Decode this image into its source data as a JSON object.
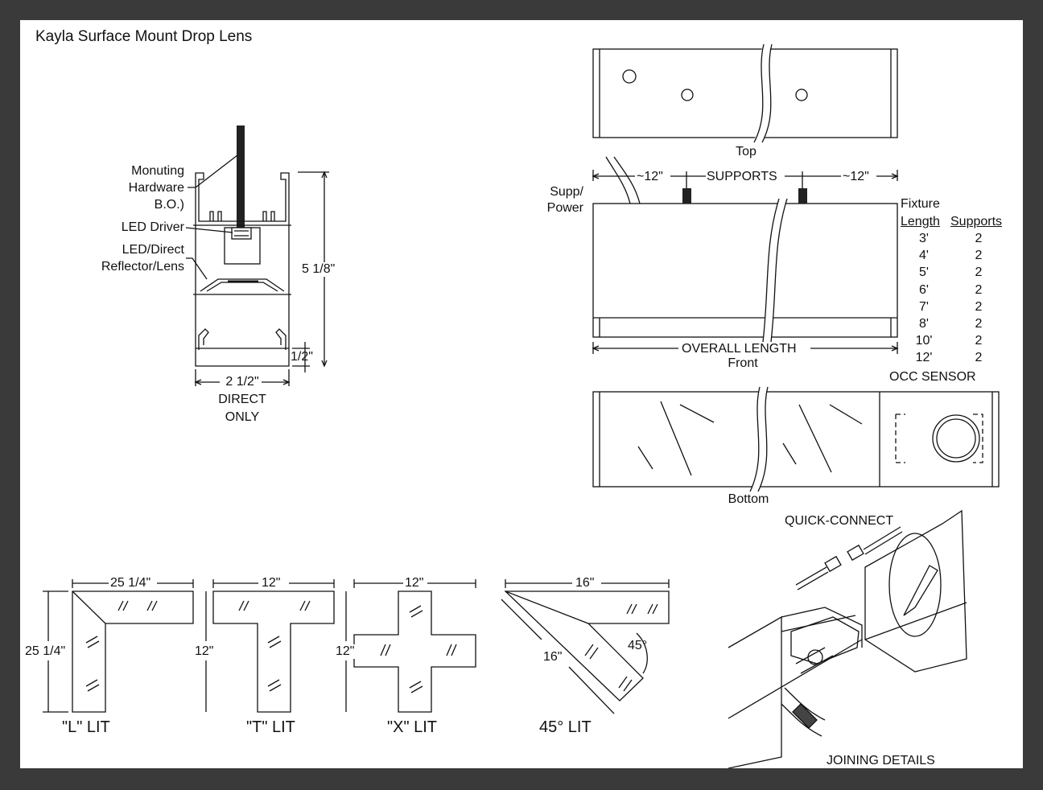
{
  "title": "Kayla Surface Mount Drop Lens",
  "section": {
    "labels": {
      "mounting_1": "Monuting",
      "mounting_2": "Hardware",
      "mounting_3": "B.O.)",
      "driver": "LED Driver",
      "reflector_1": "LED/Direct",
      "reflector_2": "Reflector/Lens",
      "height": "5 1/8\"",
      "lip": "1/2\"",
      "width": "2 1/2\"",
      "caption_1": "DIRECT",
      "caption_2": "ONLY"
    }
  },
  "views": {
    "top": "Top",
    "front": "Front",
    "bottom": "Bottom",
    "supp_1": "Supp/",
    "supp_2": "Power",
    "left_dim": "~12\"",
    "supports": "SUPPORTS",
    "right_dim": "~12\"",
    "overall": "OVERALL LENGTH",
    "occ": "OCC SENSOR"
  },
  "support_table": {
    "headers": [
      "Fixture",
      "Length",
      "Supports"
    ],
    "rows": [
      {
        "length": "3'",
        "supports": "2"
      },
      {
        "length": "4'",
        "supports": "2"
      },
      {
        "length": "5'",
        "supports": "2"
      },
      {
        "length": "6'",
        "supports": "2"
      },
      {
        "length": "7'",
        "supports": "2"
      },
      {
        "length": "8'",
        "supports": "2"
      },
      {
        "length": "10'",
        "supports": "2"
      },
      {
        "length": "12'",
        "supports": "2"
      }
    ]
  },
  "shapes": {
    "l": {
      "top": "25 1/4\"",
      "side": "25 1/4\"",
      "caption": "\"L\" LIT"
    },
    "t": {
      "top": "12\"",
      "side": "12\"",
      "caption": "\"T\" LIT"
    },
    "x": {
      "top": "12\"",
      "side": "12\"",
      "caption": "\"X\" LIT"
    },
    "d45": {
      "top": "16\"",
      "side": "16\"",
      "angle": "45°",
      "caption": "45° LIT"
    }
  },
  "joining": {
    "quick": "QUICK-CONNECT",
    "caption": "JOINING DETAILS"
  }
}
